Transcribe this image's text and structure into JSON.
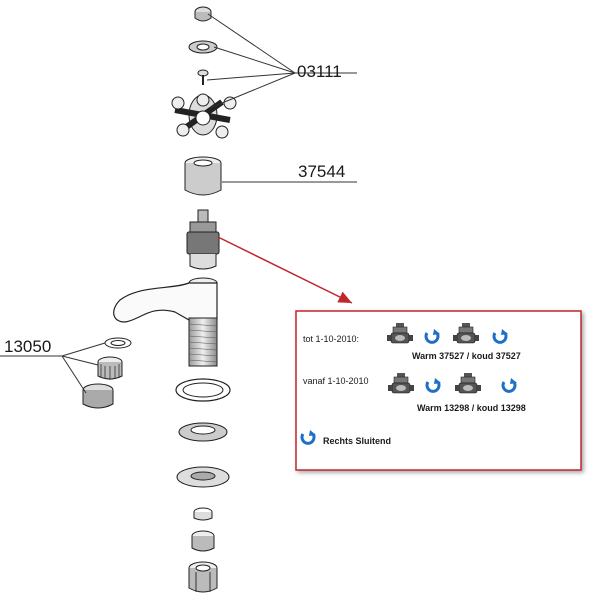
{
  "callouts": {
    "top_parts": "03111",
    "body": "37544",
    "aerator": "13050"
  },
  "inset": {
    "row1": {
      "label": "tot 1-10-2010:",
      "caption": "Warm 37527 / koud 37527"
    },
    "row2": {
      "label": "vanaf 1-10-2010",
      "caption": "Warm 13298 / koud 13298"
    },
    "legend": "Rechts Sluitend"
  },
  "colors": {
    "frame": "#c0272d",
    "arrow_icon": "#1f6fc6",
    "line": "#333333"
  },
  "icons": [
    "cartridge-icon",
    "rotate-clockwise-icon"
  ]
}
